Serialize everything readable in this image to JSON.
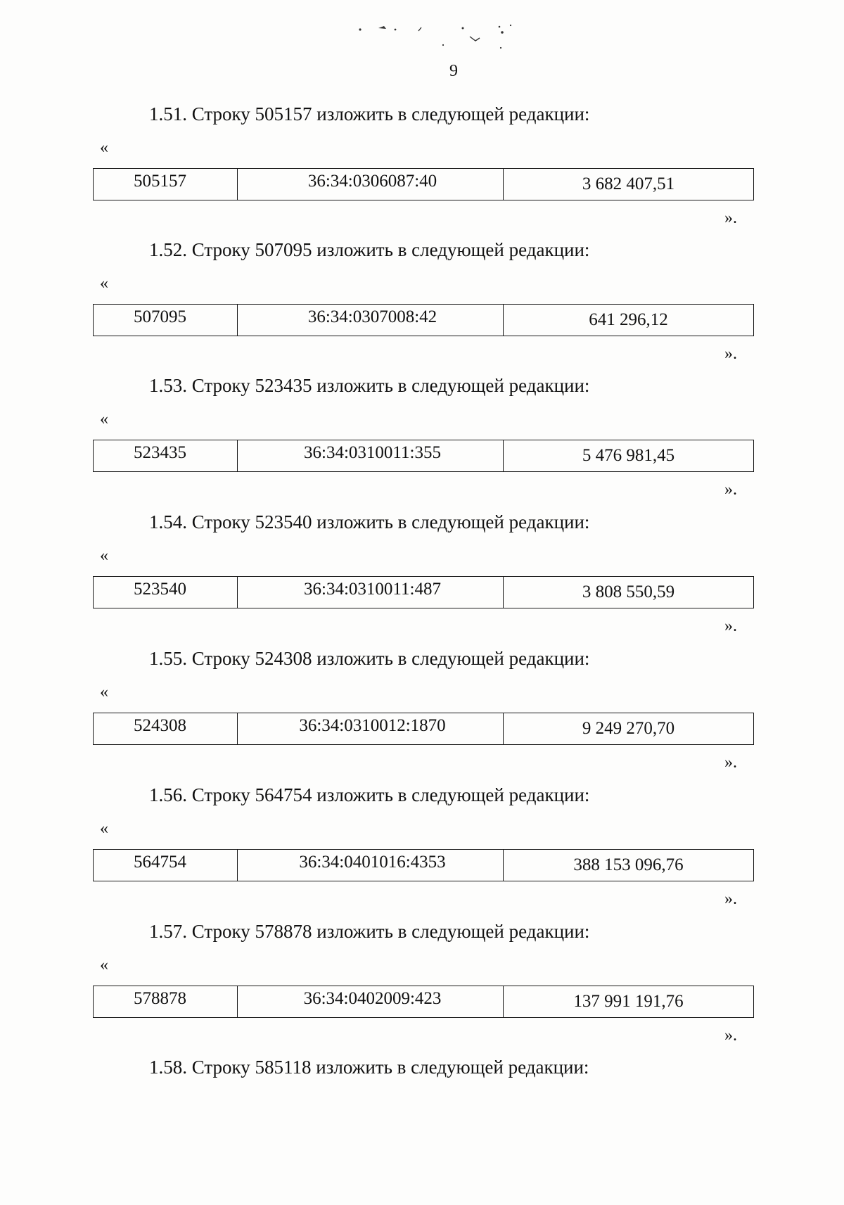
{
  "page_number": "9",
  "sections": [
    {
      "heading": "1.51. Строку 505157 изложить в следующей редакции:",
      "open_quote": "«",
      "row": {
        "id": "505157",
        "cadastral": "36:34:0306087:40",
        "value": "3 682 407,51"
      },
      "close_quote": "»."
    },
    {
      "heading": "1.52. Строку 507095 изложить в следующей редакции:",
      "open_quote": "«",
      "row": {
        "id": "507095",
        "cadastral": "36:34:0307008:42",
        "value": "641 296,12"
      },
      "close_quote": "»."
    },
    {
      "heading": "1.53. Строку 523435 изложить в следующей редакции:",
      "open_quote": "«",
      "row": {
        "id": "523435",
        "cadastral": "36:34:0310011:355",
        "value": "5 476 981,45"
      },
      "close_quote": "»."
    },
    {
      "heading": "1.54. Строку 523540 изложить в следующей редакции:",
      "open_quote": "«",
      "row": {
        "id": "523540",
        "cadastral": "36:34:0310011:487",
        "value": "3 808 550,59"
      },
      "close_quote": "»."
    },
    {
      "heading": "1.55. Строку 524308 изложить в следующей редакции:",
      "open_quote": "«",
      "row": {
        "id": "524308",
        "cadastral": "36:34:0310012:1870",
        "value": "9 249 270,70"
      },
      "close_quote": "»."
    },
    {
      "heading": "1.56. Строку 564754 изложить в следующей редакции:",
      "open_quote": "«",
      "row": {
        "id": "564754",
        "cadastral": "36:34:0401016:4353",
        "value": "388 153 096,76"
      },
      "close_quote": "»."
    },
    {
      "heading": "1.57. Строку 578878 изложить в следующей редакции:",
      "open_quote": "«",
      "row": {
        "id": "578878",
        "cadastral": "36:34:0402009:423",
        "value": "137 991 191,76"
      },
      "close_quote": "»."
    }
  ],
  "final_heading": "1.58. Строку 585118 изложить в следующей редакции:"
}
